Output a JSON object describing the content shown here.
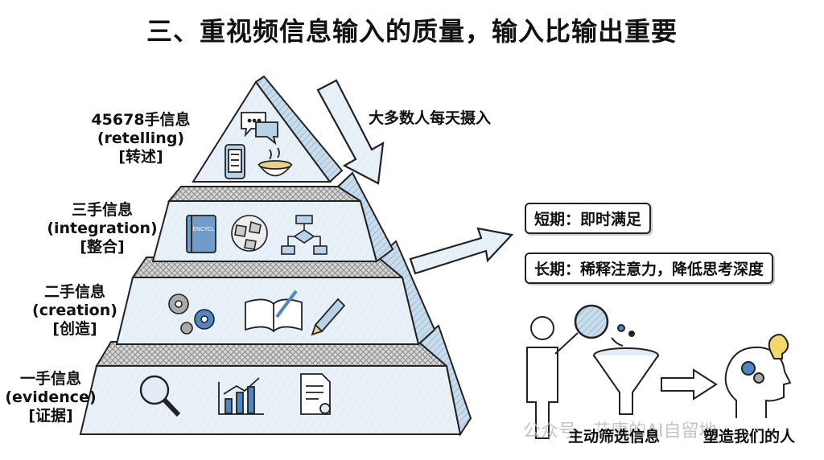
{
  "title": "三、重视频信息输入的质量，输入比输出重要",
  "tiers": [
    {
      "name": "45678手信息",
      "en": "(retelling)",
      "cn": "[转述]"
    },
    {
      "name": "三手信息",
      "en": "(integration)",
      "cn": "[整合]"
    },
    {
      "name": "二手信息",
      "en": "(creation)",
      "cn": "[创造]"
    },
    {
      "name": "一手信息",
      "en": "(evidence)",
      "cn": "[证据]"
    }
  ],
  "callout_top": "大多数人每天摄入",
  "short_term": "短期：即时满足",
  "long_term": "长期：稀释注意力，降低思考深度",
  "caption_filter": "主动筛选信息",
  "caption_shape": "塑造我们的人",
  "watermark": "公众号 · 艾康的AI自留地",
  "icon_book_label": "ENCYCL",
  "colors": {
    "face": "#e4eef7",
    "side": "#c9dcec",
    "top": "#d9d9d9",
    "accent": "#3f78b5"
  }
}
